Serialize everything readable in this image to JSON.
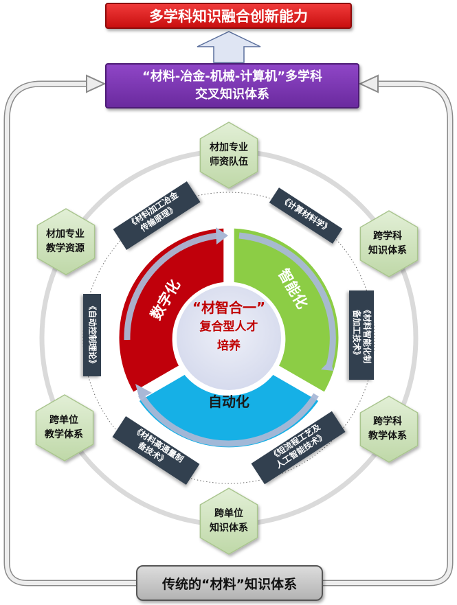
{
  "top_goal": "多学科知识融合创新能力",
  "cross_system": {
    "line1": "“材料-冶金-机械-计算机”多学科",
    "line2": "交叉知识体系"
  },
  "base_system": "传统的“材料”知识体系",
  "center": {
    "line1": "“材智合一”",
    "line2": "复合型人才",
    "line3": "培养"
  },
  "segments": {
    "digital": "数字化",
    "intelligent": "智能化",
    "automation": "自动化"
  },
  "hexagons": {
    "top": {
      "line1": "材加专业",
      "line2": "师资队伍"
    },
    "upper_left": {
      "line1": "材加专业",
      "line2": "教学资源"
    },
    "upper_right": {
      "line1": "跨学科",
      "line2": "知识体系"
    },
    "lower_left": {
      "line1": "跨单位",
      "line2": "教学体系"
    },
    "lower_right": {
      "line1": "跨学科",
      "line2": "教学体系"
    },
    "bottom": {
      "line1": "跨单位",
      "line2": "知识体系"
    }
  },
  "courses": {
    "upper_left": {
      "line1": "《材料加工冶金",
      "line2": "传输原理》"
    },
    "upper_right": {
      "line1": "《计算材料学》"
    },
    "left": {
      "line1": "《自动控制理论》"
    },
    "right": {
      "line1": "《材料智能化制",
      "line2": "备加工技术》"
    },
    "lower_left": {
      "line1": "《材料高通量制",
      "line2": "备技术》"
    },
    "lower_right": {
      "line1": "《短流程工艺及",
      "line2": "人工智能技术》"
    }
  },
  "colors": {
    "goal_red": "#e21b1b",
    "system_purple": "#7b36b0",
    "digital_red": "#c0000b",
    "intelligent_green": "#8ccd45",
    "automation_blue": "#16b0e6",
    "center_fill": "#dfe3f2",
    "center_text": "#c00000",
    "hexagon_green": "#cfe2bd",
    "course_tag": "#333f50",
    "arrow_grey": "#a9b8d6"
  }
}
